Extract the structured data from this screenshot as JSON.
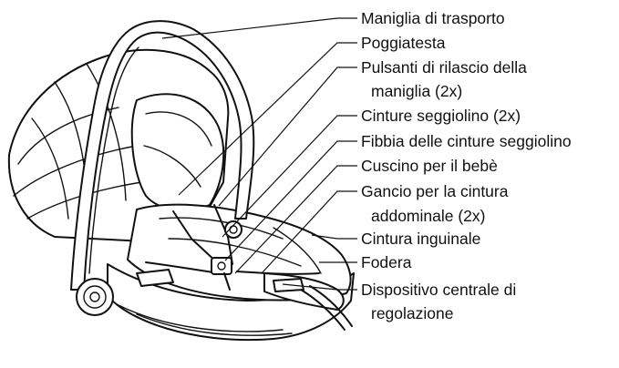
{
  "labels": [
    {
      "id": "carry-handle",
      "lines": [
        "Maniglia di trasporto"
      ]
    },
    {
      "id": "headrest",
      "lines": [
        "Poggiatesta"
      ]
    },
    {
      "id": "handle-release-buttons",
      "lines": [
        "Pulsanti di rilascio della",
        "maniglia (2x)"
      ]
    },
    {
      "id": "seat-belts",
      "lines": [
        "Cinture seggiolino (2x)"
      ]
    },
    {
      "id": "seat-belt-buckle",
      "lines": [
        "Fibbia delle cinture seggiolino"
      ]
    },
    {
      "id": "baby-cushion",
      "lines": [
        "Cuscino per il bebè"
      ]
    },
    {
      "id": "lap-belt-hook",
      "lines": [
        "Gancio per la cintura",
        "addominale  (2x)"
      ]
    },
    {
      "id": "crotch-belt",
      "lines": [
        "Cintura inguinale"
      ]
    },
    {
      "id": "cover",
      "lines": [
        "Fodera"
      ]
    },
    {
      "id": "central-adjuster",
      "lines": [
        "Dispositivo centrale di",
        "regolazione"
      ]
    }
  ]
}
